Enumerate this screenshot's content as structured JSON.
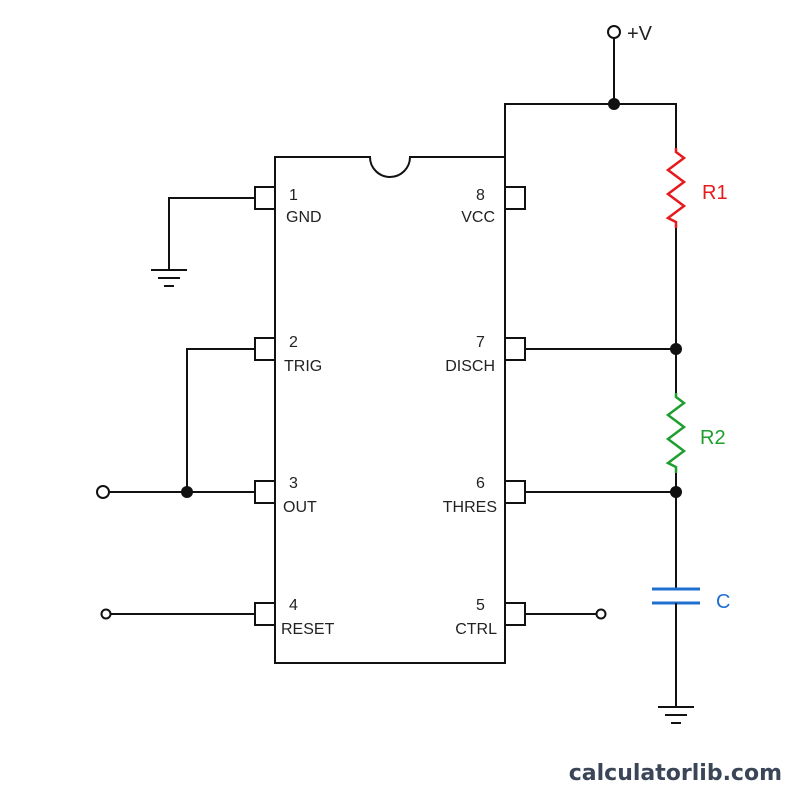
{
  "supply": {
    "label": "+V"
  },
  "chip": {
    "pins_left": [
      {
        "number": "1",
        "name": "GND"
      },
      {
        "number": "2",
        "name": "TRIG"
      },
      {
        "number": "3",
        "name": "OUT"
      },
      {
        "number": "4",
        "name": "RESET"
      }
    ],
    "pins_right": [
      {
        "number": "8",
        "name": "VCC"
      },
      {
        "number": "7",
        "name": "DISCH"
      },
      {
        "number": "6",
        "name": "THRES"
      },
      {
        "number": "5",
        "name": "CTRL"
      }
    ]
  },
  "components": {
    "r1": {
      "label": "R1",
      "color": "#e8191c"
    },
    "r2": {
      "label": "R2",
      "color": "#1e9e2e"
    },
    "c": {
      "label": "C",
      "color": "#1f6fd1"
    }
  },
  "watermark": "calculatorlib.com"
}
